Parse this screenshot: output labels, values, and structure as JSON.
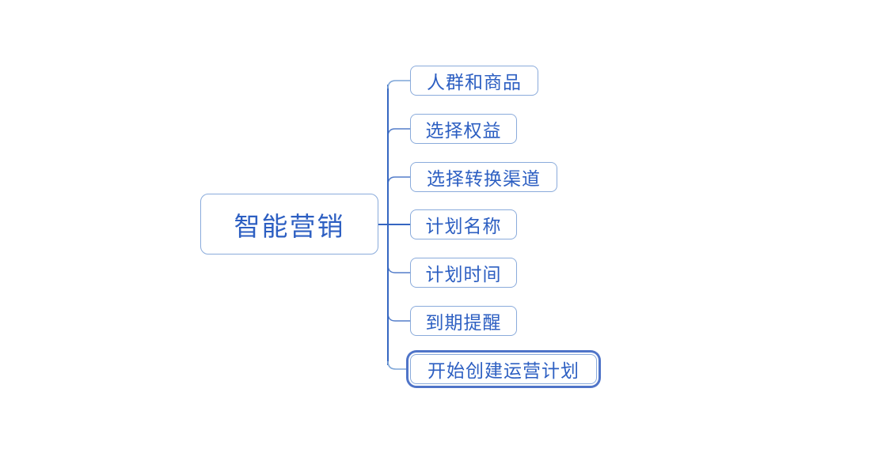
{
  "diagram": {
    "root": {
      "label": "智能营销"
    },
    "nodes": [
      {
        "label": "人群和商品",
        "selected": false
      },
      {
        "label": "选择权益",
        "selected": false
      },
      {
        "label": "选择转换渠道",
        "selected": false
      },
      {
        "label": "计划名称",
        "selected": false
      },
      {
        "label": "计划时间",
        "selected": false
      },
      {
        "label": "到期提醒",
        "selected": false
      },
      {
        "label": "开始创建运营计划",
        "selected": true
      }
    ]
  },
  "colors": {
    "text": "#2d5fc2",
    "node_border": "#8aabdb",
    "connector_light": "#7ea6d8",
    "connector_dark": "#3566c1",
    "selection": "#4f74c8",
    "background": "#ffffff"
  }
}
